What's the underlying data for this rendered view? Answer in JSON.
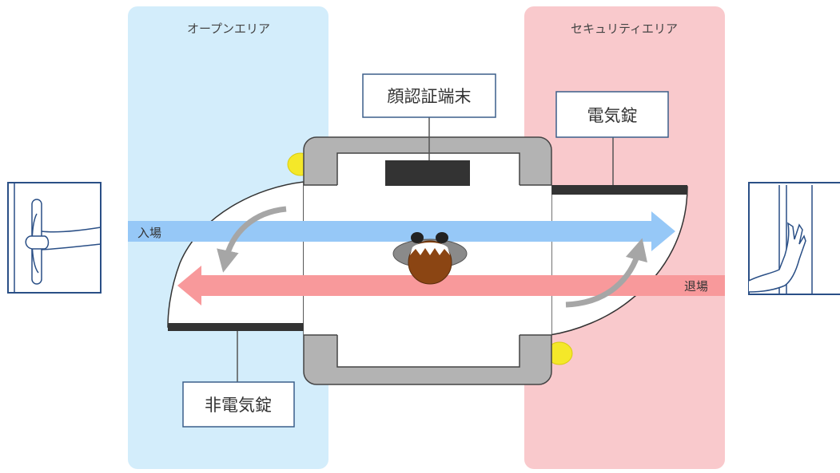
{
  "zones": {
    "open_area": {
      "title": "オープンエリア",
      "color": "#d3edfb"
    },
    "security_area": {
      "title": "セキュリティエリア",
      "color": "#f9c9cc"
    }
  },
  "labels": {
    "face_terminal": "顔認証端末",
    "electric_lock": "電気錠",
    "non_electric_lock": "非電気錠"
  },
  "flows": {
    "entry": {
      "label": "入場",
      "color": "#96c8f7"
    },
    "exit": {
      "label": "退場",
      "color": "#f8999b"
    }
  },
  "icons": {
    "left_door": "door-pull-handle-icon",
    "right_door": "door-push-hand-icon",
    "person": "person-top-view-icon",
    "indicator_light": "indicator-light-icon"
  },
  "colors": {
    "label_border": "#3b5f8a",
    "door_frame": "#2a4f86",
    "booth_frame": "#b3b3b3",
    "lock_bar": "#333333",
    "indicator": "#f4e829",
    "turn_arrow": "#a6a6a6"
  }
}
